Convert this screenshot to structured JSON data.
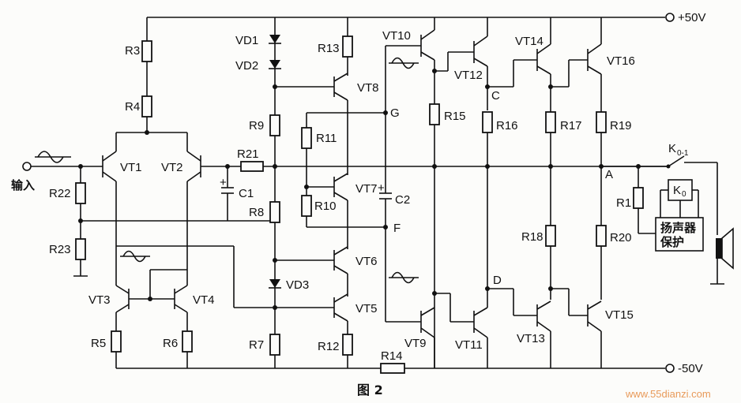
{
  "rails": {
    "positive": "+50V",
    "negative": "-50V"
  },
  "input_label": "输入",
  "switch_label": "K",
  "switch_sub": "0-1",
  "relay_label": "K",
  "relay_sub": "0",
  "protection_box": {
    "line1": "扬声器",
    "line2": "保护"
  },
  "caption": "图 2",
  "watermark": "www.55dianzi.com",
  "nodes": {
    "A": "A",
    "C": "C",
    "D": "D",
    "F": "F",
    "G": "G"
  },
  "resistors": {
    "R1": "R1",
    "R3": "R3",
    "R4": "R4",
    "R5": "R5",
    "R6": "R6",
    "R7": "R7",
    "R8": "R8",
    "R9": "R9",
    "R10": "R10",
    "R11": "R11",
    "R12": "R12",
    "R13": "R13",
    "R14": "R14",
    "R15": "R15",
    "R16": "R16",
    "R17": "R17",
    "R18": "R18",
    "R19": "R19",
    "R20": "R20",
    "R21": "R21",
    "R22": "R22",
    "R23": "R23"
  },
  "capacitors": {
    "C1": "C1",
    "C2": "C2"
  },
  "diodes": {
    "VD1": "VD1",
    "VD2": "VD2",
    "VD3": "VD3"
  },
  "transistors": {
    "VT1": "VT1",
    "VT2": "VT2",
    "VT3": "VT3",
    "VT4": "VT4",
    "VT5": "VT5",
    "VT6": "VT6",
    "VT7": "VT7",
    "VT8": "VT8",
    "VT9": "VT9",
    "VT10": "VT10",
    "VT11": "VT11",
    "VT12": "VT12",
    "VT13": "VT13",
    "VT14": "VT14",
    "VT15": "VT15",
    "VT16": "VT16"
  }
}
